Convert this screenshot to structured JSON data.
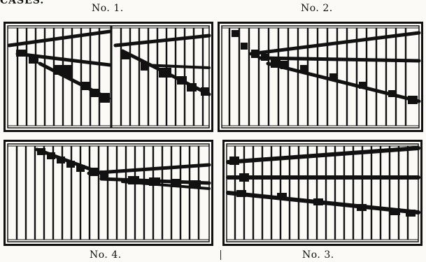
{
  "heading": "CASES.",
  "captions": {
    "panel_1": "No. 1.",
    "panel_2": "No. 2.",
    "panel_4": "No. 4.",
    "panel_3": "No. 3."
  },
  "colors": {
    "ink": "#111111",
    "paper": "#fbfaf7"
  }
}
